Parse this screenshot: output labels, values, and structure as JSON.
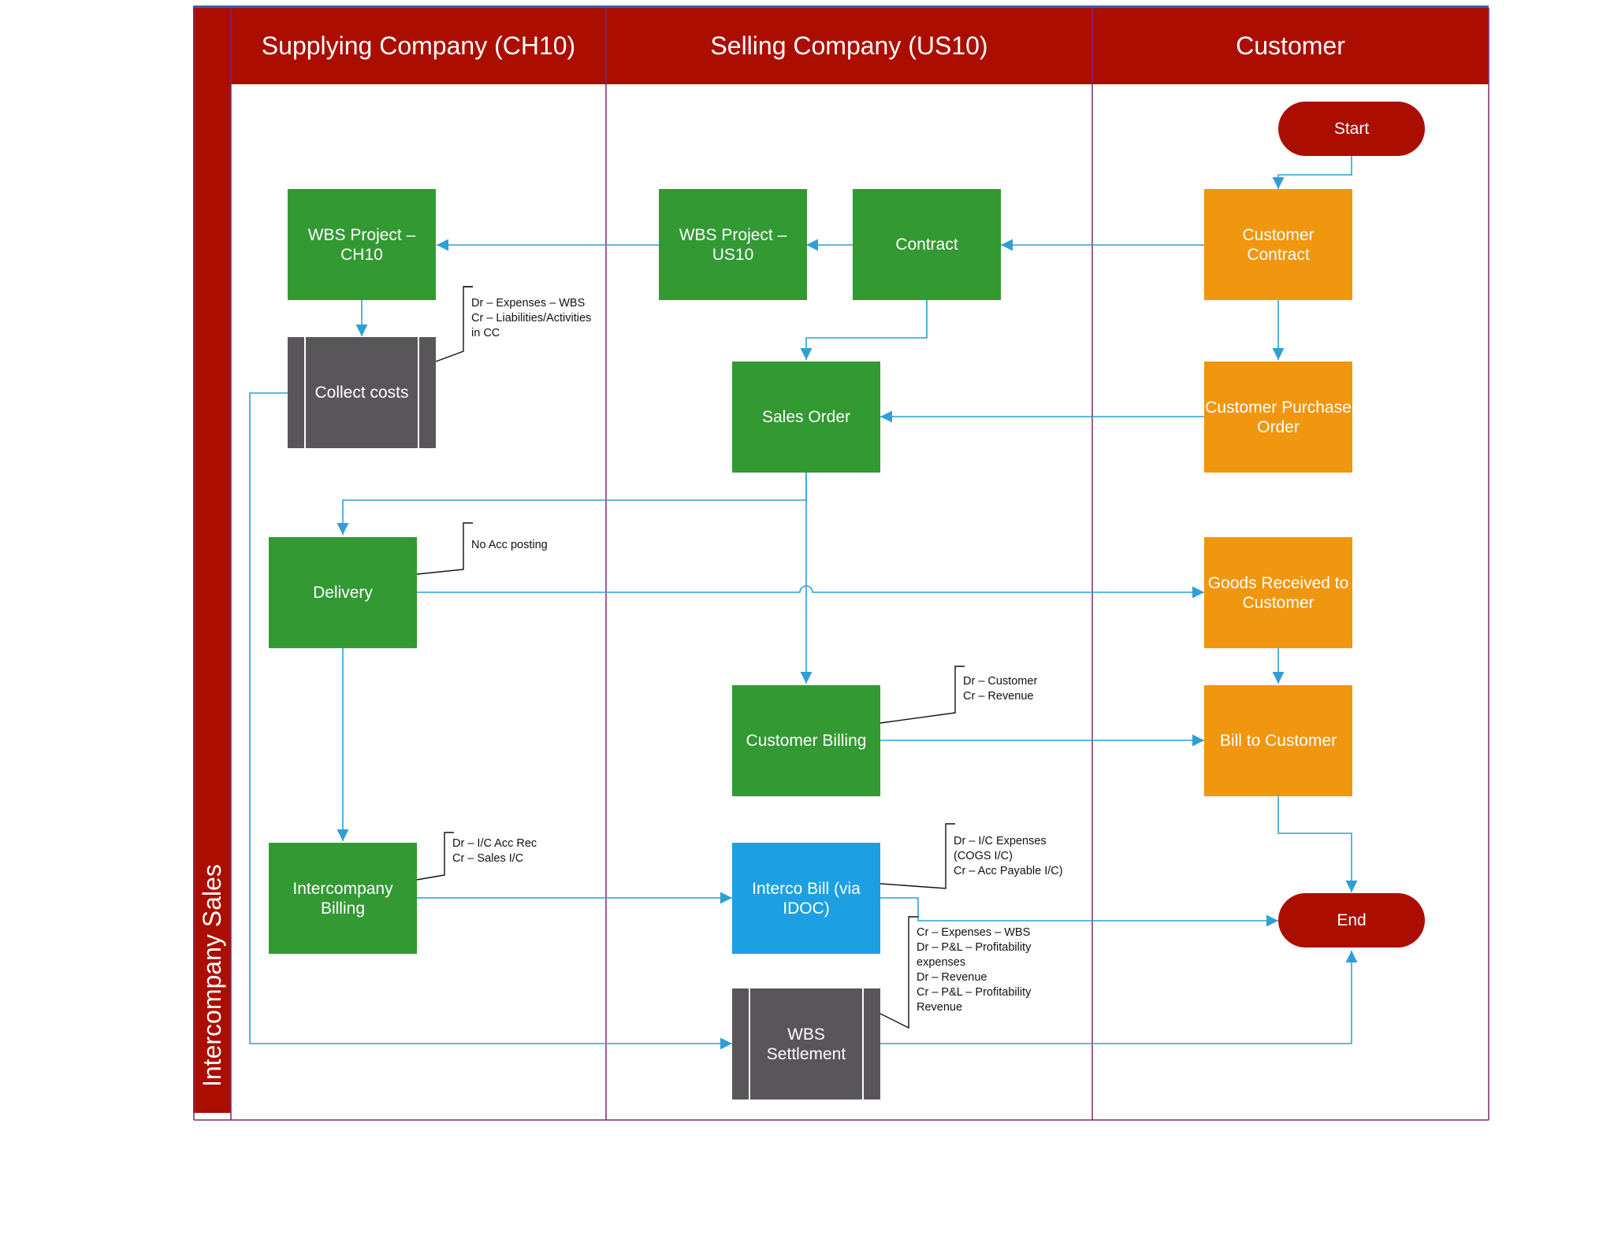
{
  "diagram": {
    "pool_label": "Intercompany Sales",
    "lanes": [
      {
        "id": "supplying",
        "label": "Supplying Company (CH10)"
      },
      {
        "id": "selling",
        "label": "Selling Company (US10)"
      },
      {
        "id": "customer",
        "label": "Customer"
      }
    ],
    "nodes": {
      "start": "Start",
      "customer_contract": "Customer Contract",
      "contract": "Contract",
      "wbs_us10": "WBS Project –\nUS10",
      "wbs_ch10": "WBS Project –\nCH10",
      "collect_costs": "Collect costs",
      "sales_order": "Sales Order",
      "customer_po": "Customer Purchase\nOrder",
      "delivery": "Delivery",
      "goods_received": "Goods Received to\nCustomer",
      "customer_billing": "Customer Billing",
      "bill_to_customer": "Bill to Customer",
      "intercompany_billing": "Intercompany\nBilling",
      "interco_bill": "Interco Bill (via\nIDOC)",
      "wbs_settlement": "WBS\nSettlement",
      "end": "End"
    },
    "annotations": {
      "collect_costs": "Dr – Expenses – WBS\nCr – Liabilities/Activities\nin CC",
      "delivery": "No Acc posting",
      "customer_billing": "Dr – Customer\nCr – Revenue",
      "intercompany_billing": "Dr – I/C Acc Rec\nCr – Sales I/C",
      "interco_bill": "Dr – I/C Expenses\n(COGS I/C)\nCr – Acc Payable I/C)",
      "wbs_settlement": "Cr – Expenses – WBS\nDr – P&L – Profitability\nexpenses\nDr – Revenue\nCr – P&L – Profitability\nRevenue"
    },
    "colors": {
      "lane_header": "#ab0e00",
      "task_green": "#339933",
      "task_orange": "#f0960f",
      "task_gray": "#59565a",
      "task_blue": "#1da0e3",
      "terminator": "#ab0e00",
      "connector": "#2f9fd6",
      "lane_divider": "#7d2a6e"
    }
  }
}
